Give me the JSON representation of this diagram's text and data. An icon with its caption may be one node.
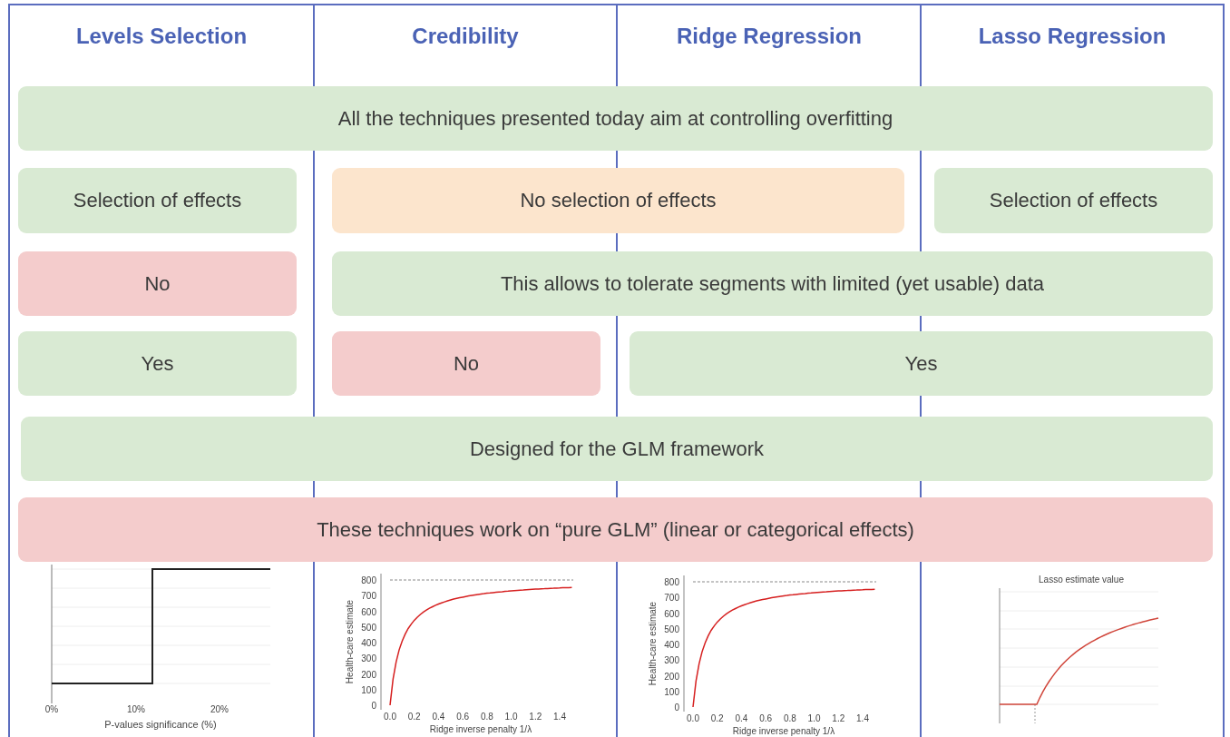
{
  "diagram": {
    "nodes": [
      {
        "text": [
          "All the techniques presented today aim at controlling overfitting"
        ]
      },
      {
        "text": [
          "Selection of effects"
        ]
      },
      {
        "text": [
          "No selection of effects"
        ]
      },
      {
        "text": [
          "Selection of effects"
        ]
      },
      {
        "text": [
          "No"
        ]
      },
      {
        "text": [
          "This allows to tolerate segments with limited (yet usable) data"
        ]
      },
      {
        "text": [
          "Yes"
        ]
      },
      {
        "text": [
          "No"
        ]
      },
      {
        "text": [
          "Yes"
        ]
      },
      {
        "text": [
          "Designed for the GLM framework"
        ]
      },
      {
        "text": [
          "These techniques work on “pure GLM” (linear or categorical effects)"
        ]
      }
    ],
    "labels": [
      "Levels Selection",
      "Credibility",
      "Ridge Regression",
      "Lasso Regression",
      "0%",
      "10%",
      "20%",
      "P-values significance (%)",
      "800",
      "700",
      "600",
      "500",
      "400",
      "300",
      "200",
      "100",
      "0",
      "Health-care estimate",
      "0.0",
      "0.2",
      "0.4",
      "0.6",
      "0.8",
      "1.0",
      "1.2",
      "1.4",
      "Ridge inverse penalty 1/λ",
      "800",
      "700",
      "600",
      "500",
      "400",
      "300",
      "200",
      "100",
      "0",
      "Health-care estimate",
      "0.0",
      "0.2",
      "0.4",
      "0.6",
      "0.8",
      "1.0",
      "1.2",
      "1.4",
      "Ridge inverse penalty 1/λ",
      "Lasso estimate value"
    ]
  }
}
